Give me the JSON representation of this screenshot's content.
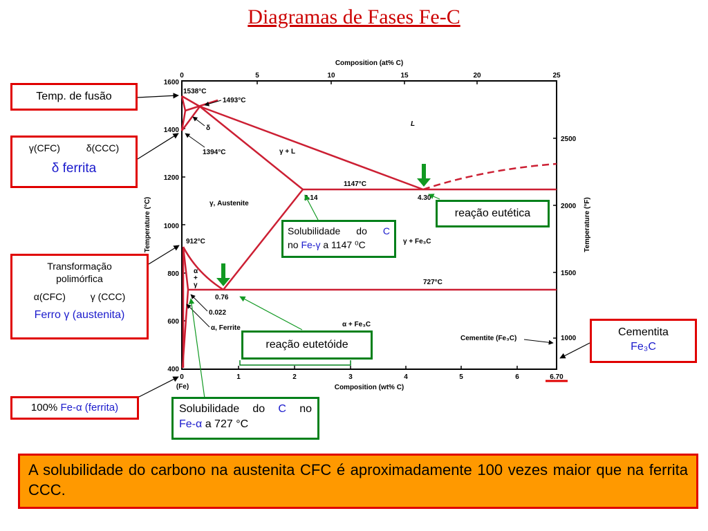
{
  "title": "Diagramas de Fases Fe-C",
  "top_axis": {
    "label": "Composition (at% C)",
    "ticks": [
      "0",
      "5",
      "10",
      "15",
      "20",
      "25"
    ]
  },
  "bottom_axis": {
    "label": "Composition (wt% C)",
    "ticks": [
      "0",
      "1",
      "2",
      "3",
      "4",
      "5",
      "6",
      "6.70"
    ],
    "fe_label": "(Fe)"
  },
  "left_axis": {
    "label": "Temperature (°C)",
    "ticks": [
      "1600",
      "1400",
      "1200",
      "1000",
      "800",
      "600",
      "400"
    ]
  },
  "right_axis": {
    "label": "Temperature (°F)",
    "ticks": [
      "2500",
      "2000",
      "1500",
      "1000"
    ]
  },
  "diagram_labels": {
    "t1538": "1538°C",
    "t1493": "1493°C",
    "t1394": "1394°C",
    "t1147": "1147°C",
    "t912": "912°C",
    "t727": "727°C",
    "c214": "2.14",
    "c430": "4.30",
    "c076": "0.76",
    "c0022": "0.022",
    "liquid": "L",
    "delta": "δ",
    "gamma_l": "γ + L",
    "austenite": "γ, Austenite",
    "gamma_fe3c": "γ + Fe₃C",
    "ferrite": "α, Ferrite",
    "alpha_fe3c": "α + Fe₃C",
    "alpha_plus_gamma": [
      "α",
      "+",
      "γ"
    ],
    "cementite": "Cementite (Fe₃C)"
  },
  "callouts": {
    "temp_fusao": "Temp. de fusão",
    "delta_transform": {
      "from": "γ(CFC)",
      "to": "δ(CCC)",
      "name": "δ ferrita"
    },
    "transf_polimorfica": {
      "line1": "Transformação",
      "line2": "polimórfica",
      "from": "α(CFC)",
      "to": "γ (CCC)",
      "name": "Ferro γ (austenita)"
    },
    "alpha_pure": {
      "prefix": "100%",
      "name": "Fe-α (ferrita)"
    },
    "sol_alpha": {
      "text1": "Solubilidade do",
      "c": "C",
      "text2": "no",
      "fe": "Fe-α",
      "text3": "a 727 °C"
    },
    "eutetoide": "reação eutetóide",
    "sol_gamma": {
      "text1": "Solubilidade do",
      "c": "C",
      "text2": "no",
      "fe": "Fe-γ",
      "text3": "a 1147 ⁰C"
    },
    "eutetica": "reação eutética",
    "cementita": {
      "line1": "Cementita",
      "line2": "Fe₃C"
    }
  },
  "summary": "A solubilidade do carbono na austenita CFC é aproximadamente 100 vezes maior que na ferrita CCC.",
  "colors": {
    "title": "#cc0000",
    "phase_lines": "#cc1f33",
    "red_border": "#e00000",
    "green_border": "#00801a",
    "green_arrow": "#119922",
    "blue_text": "#1a1acc",
    "summary_bg": "#ff9900"
  }
}
